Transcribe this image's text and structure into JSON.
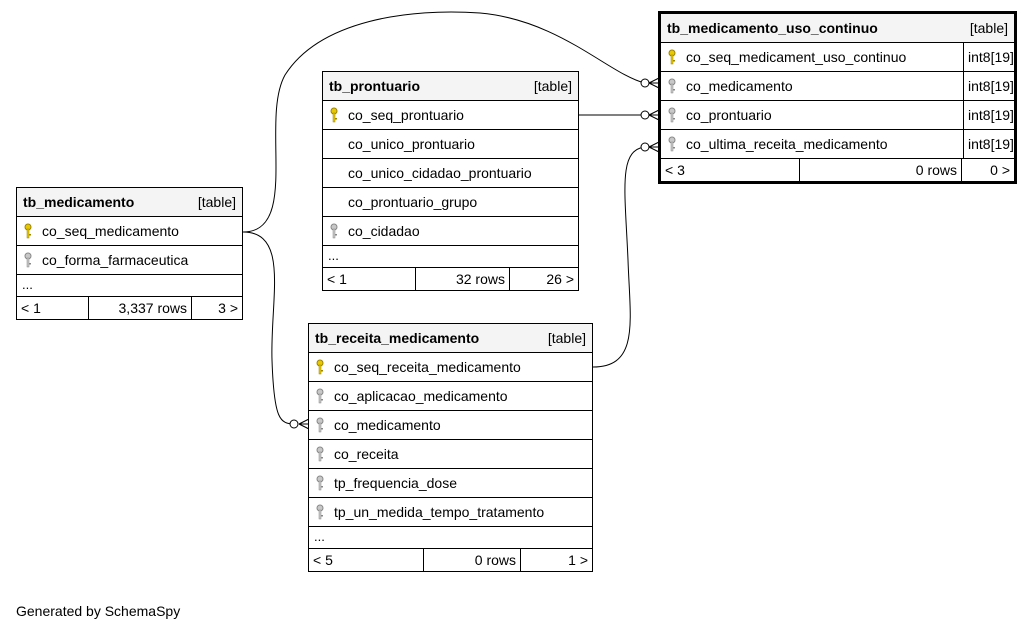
{
  "tables": {
    "medicamento_uso_continuo": {
      "name": "tb_medicamento_uso_continuo",
      "type": "[table]",
      "columns": [
        {
          "name": "co_seq_medicament_uso_continuo",
          "dtype": "int8[19]",
          "key": "primary"
        },
        {
          "name": "co_medicamento",
          "dtype": "int8[19]",
          "key": "foreign"
        },
        {
          "name": "co_prontuario",
          "dtype": "int8[19]",
          "key": "foreign"
        },
        {
          "name": "co_ultima_receita_medicamento",
          "dtype": "int8[19]",
          "key": "foreign"
        }
      ],
      "footer": {
        "left": "< 3",
        "rows": "0 rows",
        "right": "0 >"
      }
    },
    "prontuario": {
      "name": "tb_prontuario",
      "type": "[table]",
      "columns": [
        {
          "name": "co_seq_prontuario",
          "key": "primary"
        },
        {
          "name": "co_unico_prontuario",
          "key": "none"
        },
        {
          "name": "co_unico_cidadao_prontuario",
          "key": "none"
        },
        {
          "name": "co_prontuario_grupo",
          "key": "none"
        },
        {
          "name": "co_cidadao",
          "key": "foreign"
        }
      ],
      "more": "...",
      "footer": {
        "left": "< 1",
        "rows": "32 rows",
        "right": "26 >"
      }
    },
    "medicamento": {
      "name": "tb_medicamento",
      "type": "[table]",
      "columns": [
        {
          "name": "co_seq_medicamento",
          "key": "primary"
        },
        {
          "name": "co_forma_farmaceutica",
          "key": "foreign"
        }
      ],
      "more": "...",
      "footer": {
        "left": "< 1",
        "rows": "3,337 rows",
        "right": "3 >"
      }
    },
    "receita_medicamento": {
      "name": "tb_receita_medicamento",
      "type": "[table]",
      "columns": [
        {
          "name": "co_seq_receita_medicamento",
          "key": "primary"
        },
        {
          "name": "co_aplicacao_medicamento",
          "key": "foreign"
        },
        {
          "name": "co_medicamento",
          "key": "foreign"
        },
        {
          "name": "co_receita",
          "key": "foreign"
        },
        {
          "name": "tp_frequencia_dose",
          "key": "foreign"
        },
        {
          "name": "tp_un_medida_tempo_tratamento",
          "key": "foreign"
        }
      ],
      "more": "...",
      "footer": {
        "left": "< 5",
        "rows": "0 rows",
        "right": "1 >"
      }
    }
  },
  "colors": {
    "primary_key": "#e8c800",
    "foreign_key": "#a8a8a8",
    "header_bg": "#f4f4f4"
  },
  "footer_text": "Generated by SchemaSpy"
}
